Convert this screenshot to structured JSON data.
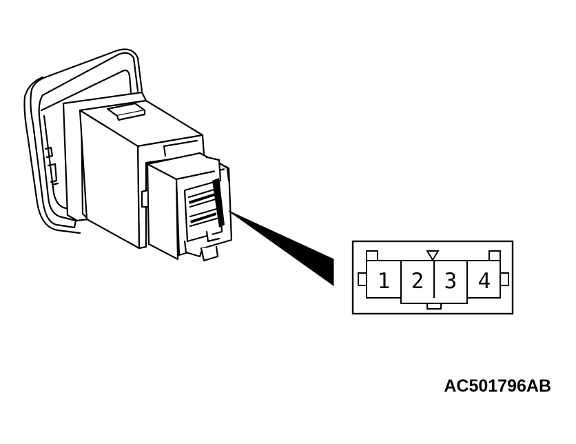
{
  "connector_view": {
    "pins": [
      {
        "number": "1"
      },
      {
        "number": "2"
      },
      {
        "number": "3"
      },
      {
        "number": "4"
      }
    ],
    "key_marker": "triangle-down-icon"
  },
  "figure_code": "AC501796AB",
  "colors": {
    "line": "#000000",
    "background": "#ffffff"
  }
}
